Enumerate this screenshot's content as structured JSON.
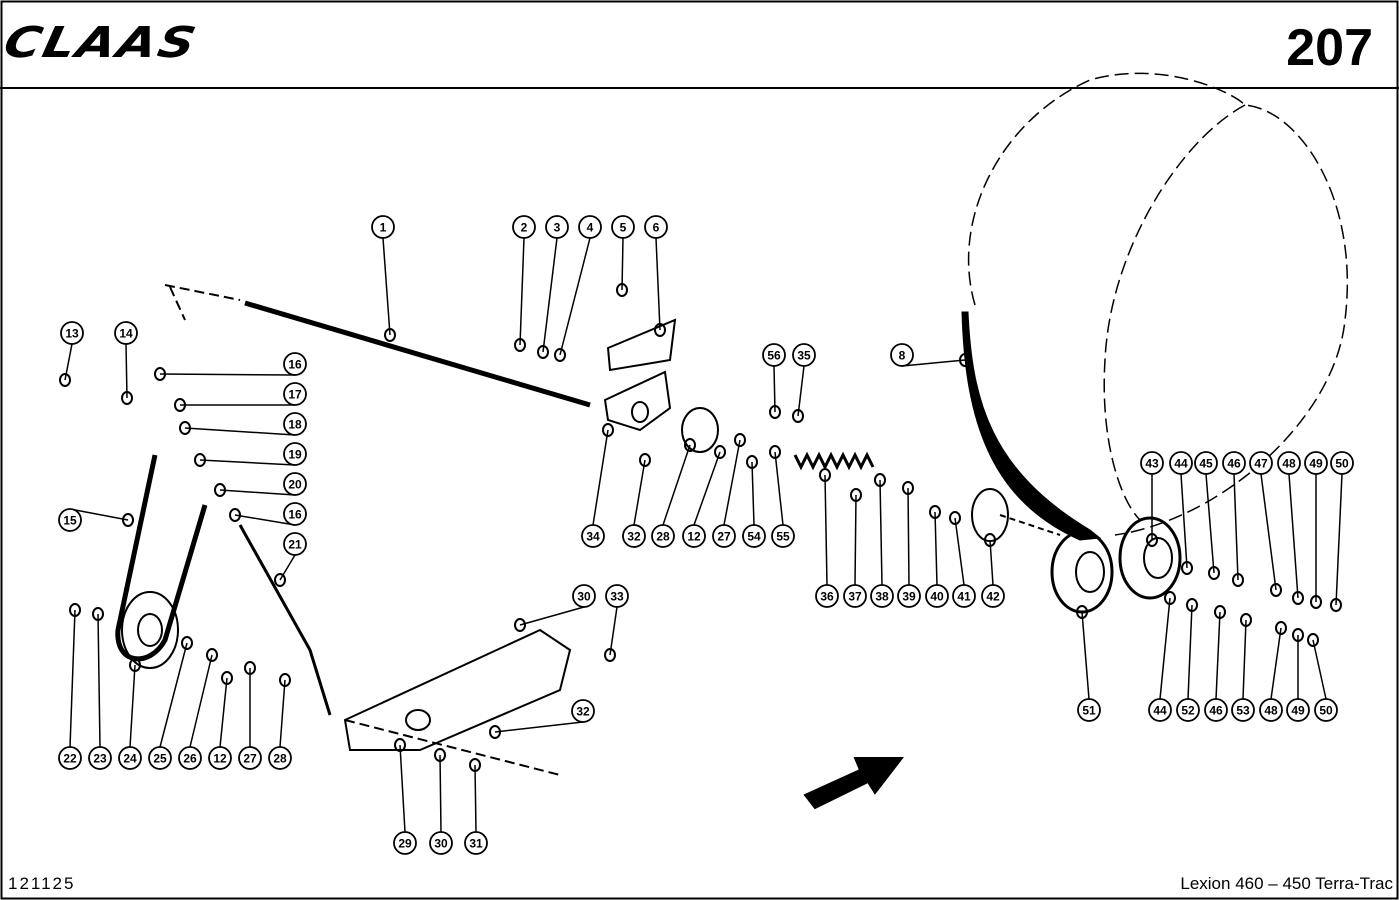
{
  "header": {
    "logo_text": "CLAAS",
    "page_number": "207"
  },
  "footer": {
    "drawing_code": "121125",
    "model": "Lexion 460 – 450 Terra-Trac"
  },
  "callouts": [
    "1",
    "2",
    "3",
    "4",
    "5",
    "6",
    "13",
    "14",
    "16",
    "17",
    "18",
    "19",
    "20",
    "16",
    "21",
    "15",
    "56",
    "35",
    "8",
    "43",
    "44",
    "45",
    "46",
    "47",
    "48",
    "49",
    "50",
    "34",
    "32",
    "28",
    "12",
    "27",
    "54",
    "55",
    "36",
    "37",
    "38",
    "39",
    "40",
    "41",
    "42",
    "30",
    "33",
    "51",
    "44",
    "52",
    "46",
    "53",
    "48",
    "49",
    "50",
    "32",
    "22",
    "23",
    "24",
    "25",
    "26",
    "12",
    "27",
    "28",
    "29",
    "30",
    "31"
  ]
}
